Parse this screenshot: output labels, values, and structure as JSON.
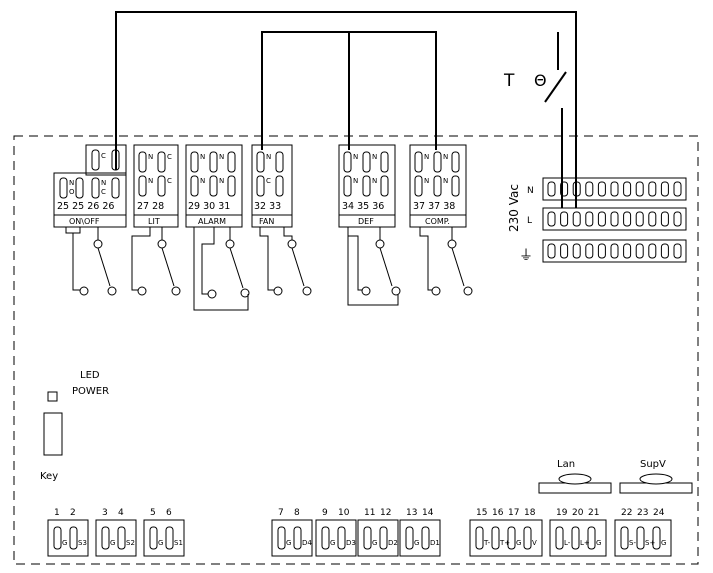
{
  "thermostat": {
    "label": "T",
    "symbol": "Θ"
  },
  "supply": {
    "voltage": "230 Vac",
    "rows": [
      "N",
      "L",
      "⏚"
    ]
  },
  "relays": [
    {
      "caption": "ON\\OFF",
      "numbers": "25 25 26 26",
      "contacts": [
        [
          "N",
          "O"
        ],
        [
          "N",
          "O"
        ],
        [
          "C",
          ""
        ],
        [
          "N",
          "C"
        ],
        [
          "N",
          "C"
        ]
      ]
    },
    {
      "caption": "LIT",
      "numbers": "27 28"
    },
    {
      "caption": "ALARM",
      "numbers": "29 30 31"
    },
    {
      "caption": "FAN",
      "numbers": "32 33"
    },
    {
      "caption": "DEF",
      "numbers": "34 35 36"
    },
    {
      "caption": "COMP.",
      "numbers": "37 37 38"
    }
  ],
  "contact_marks": {
    "n": "N",
    "c": "C",
    "o": "O"
  },
  "led": {
    "line1": "LED",
    "line2": "POWER"
  },
  "key": {
    "label": "Key"
  },
  "ports": [
    {
      "label": "Lan"
    },
    {
      "label": "SupV"
    }
  ],
  "bottom_connectors": [
    {
      "numbers": [
        "1",
        "2"
      ],
      "pins": [
        "G",
        "S3"
      ]
    },
    {
      "numbers": [
        "3",
        "4"
      ],
      "pins": [
        "G",
        "S2"
      ]
    },
    {
      "numbers": [
        "5",
        "6"
      ],
      "pins": [
        "G",
        "S1"
      ]
    },
    {
      "numbers": [
        "7",
        "8"
      ],
      "pins": [
        "G",
        "D4"
      ]
    },
    {
      "numbers": [
        "9",
        "10"
      ],
      "pins": [
        "G",
        "D3"
      ]
    },
    {
      "numbers": [
        "11",
        "12"
      ],
      "pins": [
        "G",
        "D2"
      ]
    },
    {
      "numbers": [
        "13",
        "14"
      ],
      "pins": [
        "G",
        "D1"
      ]
    },
    {
      "numbers": [
        "15",
        "16",
        "17",
        "18"
      ],
      "pins": [
        "T-",
        "T+",
        "G",
        "V"
      ]
    },
    {
      "numbers": [
        "19",
        "20",
        "21"
      ],
      "pins": [
        "L-",
        "L+",
        "G"
      ]
    },
    {
      "numbers": [
        "22",
        "23",
        "24"
      ],
      "pins": [
        "S-",
        "S+",
        "G"
      ]
    }
  ]
}
